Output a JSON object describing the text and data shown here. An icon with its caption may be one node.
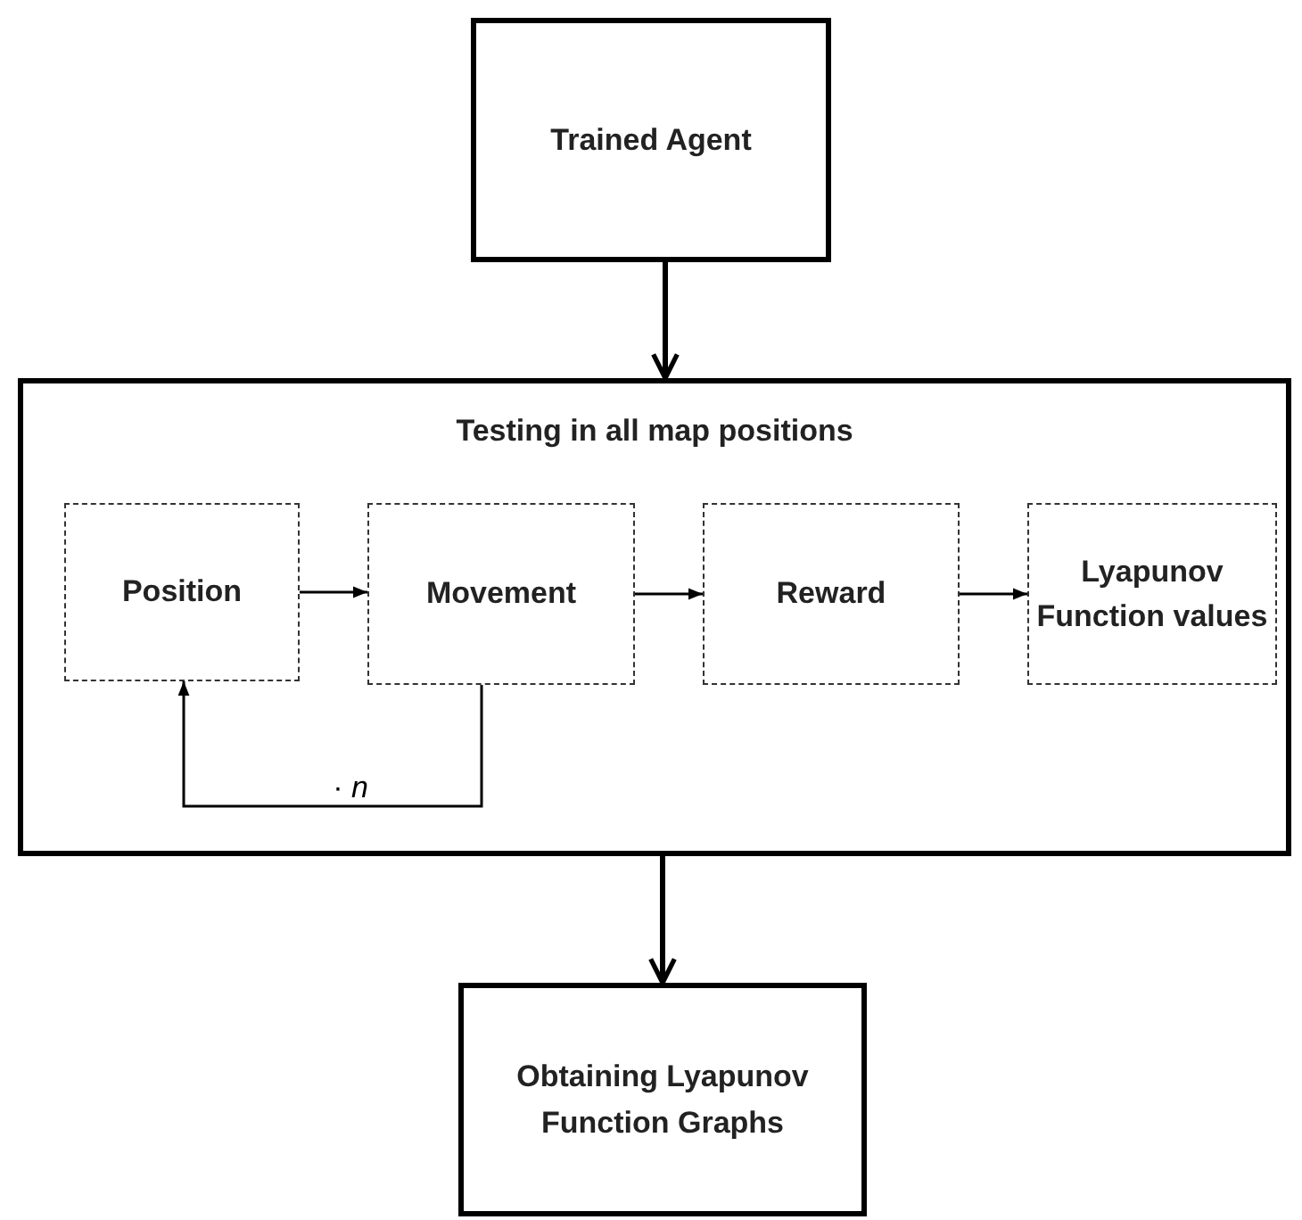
{
  "diagram": {
    "nodes": [
      {
        "text": [
          "Trained Agent"
        ]
      },
      {
        "text": [
          "Testing in all map positions"
        ]
      },
      {
        "text": [
          "Position"
        ],
        "in": 1
      },
      {
        "text": [
          "Movement"
        ],
        "in": 1
      },
      {
        "text": [
          "Reward"
        ],
        "in": 1
      },
      {
        "text": [
          "Lyapunov Function values"
        ],
        "in": 1
      },
      {
        "text": [
          "Obtaining Lyapunov Function Graphs"
        ]
      }
    ],
    "edges": [
      {
        "from": 0,
        "to": 1,
        "arrow": "to",
        "style": "thick"
      },
      {
        "from": 2,
        "to": 3,
        "arrow": "to"
      },
      {
        "from": 3,
        "to": 4,
        "arrow": "to"
      },
      {
        "from": 4,
        "to": 5,
        "arrow": "to"
      },
      {
        "from": 3,
        "to": 2,
        "arrow": "to",
        "label": "· *n*"
      },
      {
        "from": 1,
        "to": 6,
        "arrow": "to",
        "style": "thick"
      }
    ]
  }
}
